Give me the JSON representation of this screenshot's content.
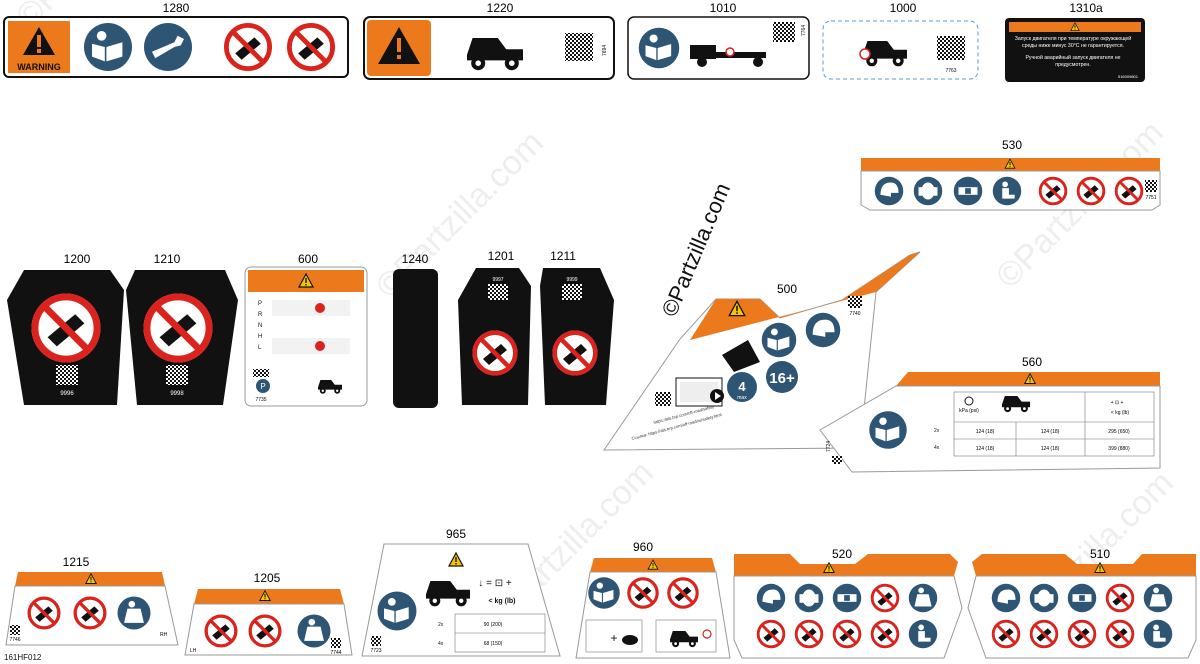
{
  "figure_code": "161HF012",
  "watermark": "©Partzilla.com",
  "colors": {
    "orange": "#ec7a1c",
    "navy": "#2f5575",
    "black": "#111111",
    "red": "#d9231c"
  },
  "labels": [
    {
      "id": "1280",
      "text": "1280",
      "warning_word": "WARNING"
    },
    {
      "id": "1220",
      "text": "1220",
      "code": "7694"
    },
    {
      "id": "1010",
      "text": "1010",
      "code": "7764"
    },
    {
      "id": "1000",
      "text": "1000",
      "code": "7763"
    },
    {
      "id": "1310a",
      "text": "1310a",
      "line1": "Запуск двигателя при температуре окружающей",
      "line2": "среды ниже минус 30°C не гарантируется.",
      "line3": "Ручной аварийный запуск двигателя не",
      "line4": "предусмотрен.",
      "code": "516009801"
    },
    {
      "id": "530",
      "text": "530",
      "code": "7751"
    },
    {
      "id": "1200",
      "text": "1200",
      "code": "9996"
    },
    {
      "id": "1210",
      "text": "1210",
      "code": "9998"
    },
    {
      "id": "600",
      "text": "600",
      "gears": [
        "P",
        "R",
        "N",
        "H",
        "L"
      ],
      "park": "P",
      "code": "7735"
    },
    {
      "id": "1240",
      "text": "1240"
    },
    {
      "id": "1201",
      "text": "1201",
      "code": "9997"
    },
    {
      "id": "1211",
      "text": "1211",
      "code": "9999"
    },
    {
      "id": "500",
      "text": "500",
      "age": "16+",
      "max": "4",
      "max_label": "max",
      "url1": "https://ats.brp.com/off-road/safety",
      "url2": "Ссылка: https://ats.brp.com/off-road/ru/safety.html",
      "code": "7740"
    },
    {
      "id": "560",
      "text": "560",
      "psi": "kPa (psi)",
      "kg_lb": "< kg (lb)",
      "rows": [
        {
          "mult": "2x",
          "a": "124 (18)",
          "b": "124 (18)",
          "c": "295 (650)"
        },
        {
          "mult": "4x",
          "a": "124 (18)",
          "b": "124 (18)",
          "c": "399 (880)"
        }
      ],
      "code": "7724"
    },
    {
      "id": "1215",
      "text": "1215",
      "side": "RH",
      "code": "7746"
    },
    {
      "id": "1205",
      "text": "1205",
      "side": "LH",
      "code": "7744"
    },
    {
      "id": "965",
      "text": "965",
      "kg_lb": "< kg (lb)",
      "rows": [
        {
          "mult": "2x",
          "value": "90 (200)"
        },
        {
          "mult": "4x",
          "value": "68 (150)"
        }
      ],
      "code": "7723"
    },
    {
      "id": "960",
      "text": "960"
    },
    {
      "id": "520",
      "text": "520"
    },
    {
      "id": "510",
      "text": "510"
    }
  ]
}
